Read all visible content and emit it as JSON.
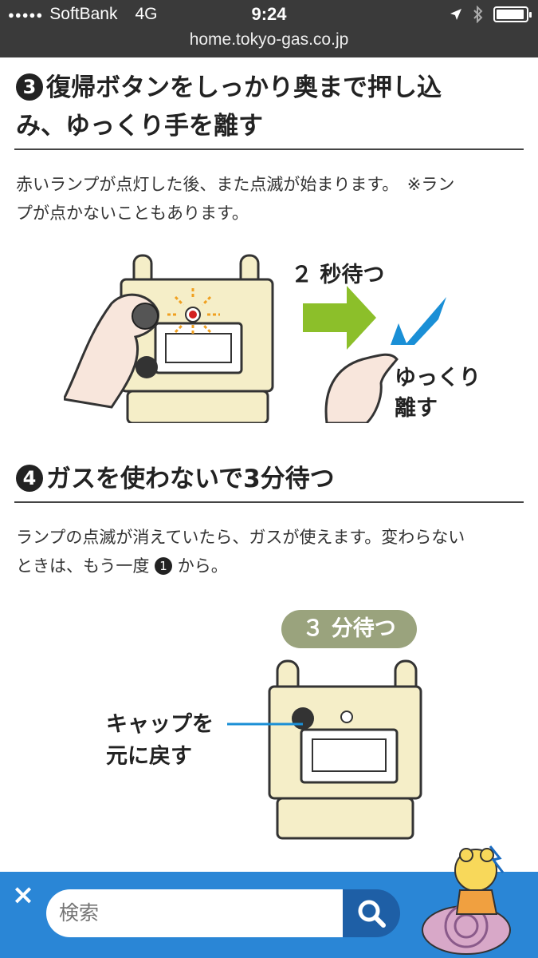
{
  "status_bar": {
    "signal_dots": "●●●●●",
    "carrier": "SoftBank",
    "network": "4G",
    "time": "9:24",
    "battery_level": 0.95
  },
  "url_bar": {
    "url": "home.tokyo-gas.co.jp"
  },
  "step3": {
    "number": "3",
    "title_line1": "復帰ボタンをしっかり奥まで押し込",
    "title_line2": "み、ゆっくり手を離す",
    "body_line1": "赤いランプが点灯した後、また点滅が始まります。　※ラン",
    "body_line2": "プが点かないこともあります。",
    "illustration": {
      "label_wait": "２ 秒待つ",
      "label_release_line1": "ゆっくり",
      "label_release_line2": "離す"
    }
  },
  "step4": {
    "number": "4",
    "title": "ガスを使わないで3分待つ",
    "body_line1": "ランプの点滅が消えていたら、ガスが使えます。変わらない",
    "body_line2_before": "ときは、もう一度",
    "body_line2_ref": "1",
    "body_line2_after": "から。",
    "illustration": {
      "pill_label": "３ 分待つ",
      "label_cap_line1": "キャップを",
      "label_cap_line2": "元に戻す"
    }
  },
  "search": {
    "close_icon": "close-icon",
    "placeholder": "検索",
    "search_icon": "search-icon",
    "bar_color": "#2a86d6",
    "button_color": "#1e5fa6"
  },
  "colors": {
    "accent_green": "#8cbf2a",
    "accent_blue": "#1a8fd6",
    "lamp_red": "#d42020",
    "meter_cream": "#f5eec8",
    "pill_olive": "#9aa37d"
  }
}
